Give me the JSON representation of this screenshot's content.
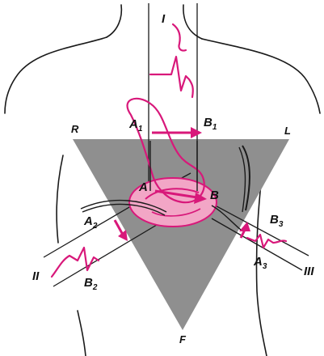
{
  "colors": {
    "triangle": "#8f8f8f",
    "trace": "#d8187a",
    "heart_fill": "#f2a6c6",
    "outline": "#1a1a1a",
    "background": "#ffffff"
  },
  "icons": [
    "torso-outline",
    "heart",
    "einthoven-triangle",
    "lead-band",
    "ecg-trace",
    "vector-arrow"
  ],
  "vertex_labels": {
    "right_arm": "R",
    "left_arm": "L",
    "foot": "F"
  },
  "point_labels": {
    "a": "A",
    "b": "B",
    "a1": {
      "letter": "A",
      "sub": "1"
    },
    "b1": {
      "letter": "B",
      "sub": "1"
    },
    "a2": {
      "letter": "A",
      "sub": "2"
    },
    "b2": {
      "letter": "B",
      "sub": "2"
    },
    "a3": {
      "letter": "A",
      "sub": "3"
    },
    "b3": {
      "letter": "B",
      "sub": "3"
    }
  },
  "lead_labels": {
    "lead_1": "I",
    "lead_2": "II",
    "lead_3": "III"
  }
}
